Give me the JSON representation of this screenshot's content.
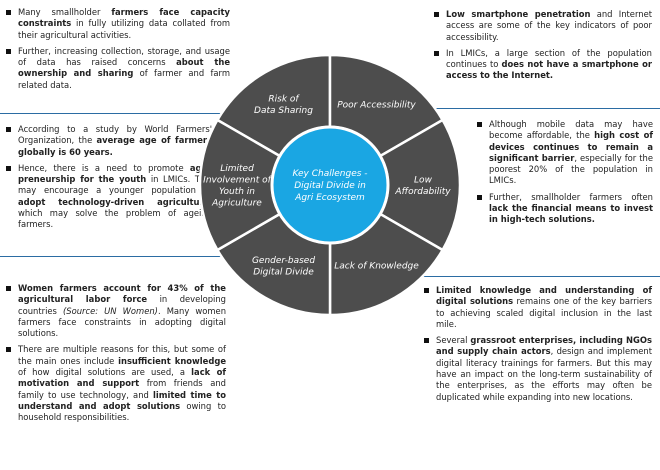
{
  "hub": {
    "lines": [
      "Key Challenges -",
      "Digital Divide in",
      "Agri Ecosystem"
    ],
    "color": "#1aa6e3"
  },
  "ring_color": "#4d4d4d",
  "rule_color": "#2b6ca3",
  "segments": [
    {
      "lines": [
        "Risk of",
        "Data Sharing"
      ]
    },
    {
      "lines": [
        "Poor Accessibility"
      ]
    },
    {
      "lines": [
        "Low",
        "Affordability"
      ]
    },
    {
      "lines": [
        "Lack of Knowledge"
      ]
    },
    {
      "lines": [
        "Gender-based",
        "Digital Divide"
      ]
    },
    {
      "lines": [
        "Limited",
        "Involvement of",
        "Youth in",
        "Agriculture"
      ]
    }
  ],
  "panels": {
    "top_left": [
      [
        {
          "t": "Many smallholder "
        },
        {
          "t": "farmers face capacity constraints",
          "b": true
        },
        {
          "t": " in fully utilizing data collated from their agricultural activities."
        }
      ],
      [
        {
          "t": "Further, increasing collection, storage, and usage of data has raised concerns "
        },
        {
          "t": "about the ownership and sharing",
          "b": true
        },
        {
          "t": " of farmer and farm related data."
        }
      ]
    ],
    "top_right": [
      [
        {
          "t": "Low smartphone penetration",
          "b": true
        },
        {
          "t": " and Internet access are some of the key indicators of poor accessibility."
        }
      ],
      [
        {
          "t": "In LMICs, a large section of the population continues to "
        },
        {
          "t": "does not have a smartphone or access to the Internet.",
          "b": true
        }
      ]
    ],
    "mid_left": [
      [
        {
          "t": "According to a study by World Farmers' Organization, the "
        },
        {
          "t": "average age of farmers globally is 60 years.",
          "b": true
        }
      ],
      [
        {
          "t": "Hence, there is a need to promote "
        },
        {
          "t": "agri-preneurship for the youth",
          "b": true
        },
        {
          "t": " in LMICs. This may encourage a younger population to "
        },
        {
          "t": "adopt technology-driven agriculture",
          "b": true
        },
        {
          "t": ", which may solve the problem of ageing farmers."
        }
      ]
    ],
    "mid_right": [
      [
        {
          "t": "Although mobile data may have become affordable, the "
        },
        {
          "t": "high cost of devices continues to remain a significant barrier",
          "b": true
        },
        {
          "t": ", especially for the poorest 20% of the population in LMICs."
        }
      ],
      [
        {
          "t": "Further, smallholder farmers often "
        },
        {
          "t": "lack the financial means to invest in high-tech solutions.",
          "b": true
        }
      ]
    ],
    "bottom_left": [
      [
        {
          "t": "Women farmers account for 43% of the agricultural labor force",
          "b": true
        },
        {
          "t": " in developing countries "
        },
        {
          "t": "(Source: UN Women)",
          "i": true
        },
        {
          "t": ". Many women farmers face constraints in adopting digital solutions."
        }
      ],
      [
        {
          "t": "There are multiple reasons for this, but some of the main ones include "
        },
        {
          "t": "insufficient knowledge",
          "b": true
        },
        {
          "t": " of how digital solutions are used, a "
        },
        {
          "t": "lack of motivation and support",
          "b": true
        },
        {
          "t": " from friends and family to use technology, and "
        },
        {
          "t": "limited time to understand and adopt solutions",
          "b": true
        },
        {
          "t": " owing to household responsibilities."
        }
      ]
    ],
    "bottom_right": [
      [
        {
          "t": "Limited knowledge and understanding of digital solutions",
          "b": true
        },
        {
          "t": " remains one of the key barriers to achieving scaled digital inclusion in the last mile."
        }
      ],
      [
        {
          "t": "Several "
        },
        {
          "t": "grassroot enterprises, including NGOs and supply chain actors",
          "b": true
        },
        {
          "t": ", design and implement digital literacy trainings for farmers. But this may have an impact on the long-term sustainability of the enterprises, as the efforts may often be duplicated while expanding into new locations."
        }
      ]
    ]
  }
}
